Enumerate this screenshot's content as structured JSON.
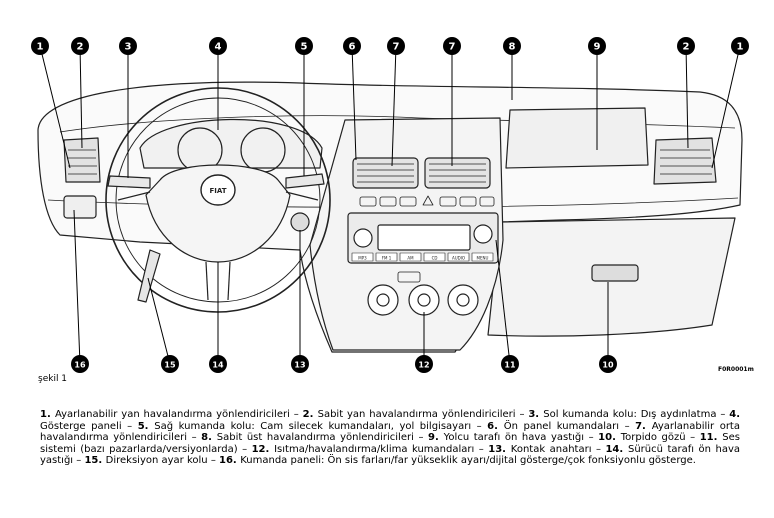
{
  "figure": {
    "caption": "şekil 1",
    "code": "F0R0001m",
    "legend": [
      {
        "n": "1",
        "t": "Ayarlanabilir yan havalandırma yönlendiricileri"
      },
      {
        "n": "2",
        "t": "Sabit yan havalandırma yönlendiricileri"
      },
      {
        "n": "3",
        "t": "Sol kumanda kolu: Dış aydınlatma"
      },
      {
        "n": "4",
        "t": "Gösterge paneli"
      },
      {
        "n": "5",
        "t": "Sağ kumanda kolu: Cam silecek kumandaları, yol bilgisayarı"
      },
      {
        "n": "6",
        "t": "Ön panel kumandaları"
      },
      {
        "n": "7",
        "t": "Ayarlanabilir orta havalandırma yönlendiricileri"
      },
      {
        "n": "8",
        "t": "Sabit üst havalandırma yönlendiricileri"
      },
      {
        "n": "9",
        "t": "Yolcu tarafı ön hava yastığı"
      },
      {
        "n": "10",
        "t": "Torpido gözü"
      },
      {
        "n": "11",
        "t": "Ses sistemi (bazı pazarlarda/versiyonlarda)"
      },
      {
        "n": "12",
        "t": "Isıtma/havalandırma/klima kumandaları"
      },
      {
        "n": "13",
        "t": "Kontak anahtarı"
      },
      {
        "n": "14",
        "t": "Sürücü tarafı ön hava yastığı"
      },
      {
        "n": "15",
        "t": "Direksiyon ayar kolu"
      },
      {
        "n": "16",
        "t": "Kumanda paneli: Ön sis farları/far yükseklik ayarı/dijital gösterge/çok fonksiyonlu gösterge."
      }
    ],
    "top_callouts": [
      "1",
      "2",
      "3",
      "4",
      "5",
      "6",
      "7",
      "7",
      "8",
      "9",
      "2",
      "1"
    ],
    "bottom_callouts": [
      "16",
      "15",
      "14",
      "13",
      "12",
      "11",
      "10"
    ],
    "brand": "FIAT",
    "radio_buttons": [
      "MP3",
      "FM 1",
      "AM",
      "CD",
      "AUDIO",
      "MENU"
    ]
  }
}
